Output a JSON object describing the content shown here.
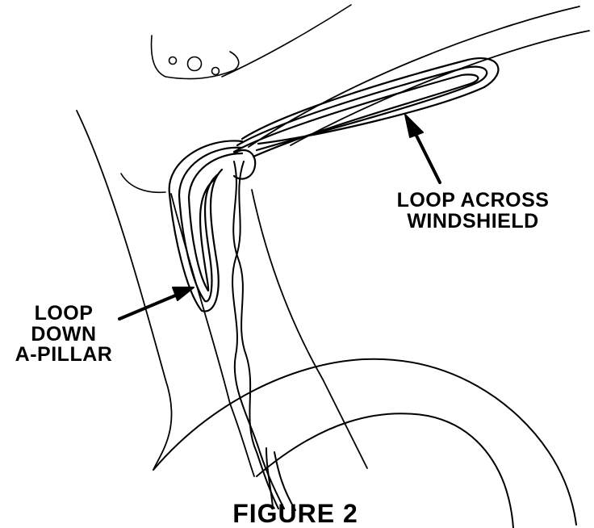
{
  "labels": {
    "windshield_loop": [
      "LOOP ACROSS",
      "WINDSHIELD"
    ],
    "pillar_loop": [
      "LOOP",
      "DOWN",
      "A-PILLAR"
    ]
  },
  "caption": "FIGURE 2",
  "colors": {
    "ink": "#000000",
    "background": "#ffffff"
  }
}
